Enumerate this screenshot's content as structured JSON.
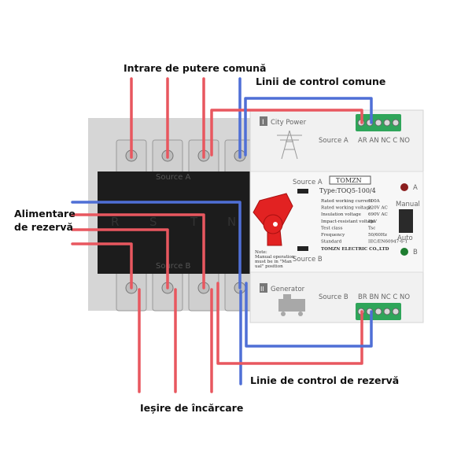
{
  "labels": {
    "common_input": "Intrare de putere comună",
    "common_control": "Linii de control comune",
    "backup_supply_line1": "Alimentare",
    "backup_supply_line2": "de rezervă",
    "backup_control": "Linie de control de rezervă",
    "load_output": "Ieșire de încărcare"
  },
  "device": {
    "source_a": "Source A",
    "source_b": "Source B",
    "phases": [
      "R",
      "S",
      "T",
      "N"
    ],
    "city_power": "City Power",
    "generator": "Generator",
    "module_source_a": "Source A",
    "module_source_b": "Source B",
    "terminal_a_labels": "AR AN NC C NO",
    "terminal_b_labels": "BR BN NC C NO",
    "panel_source_a": "Source A",
    "panel_source_b": "Source B",
    "brand": "TOMZN",
    "type": "Type:TOQ5-100/4",
    "specs": [
      {
        "label": "Rated working current",
        "value": "100A"
      },
      {
        "label": "Rated working voltage",
        "value": "220V AC"
      },
      {
        "label": "Insulation voltage",
        "value": "690V AC"
      },
      {
        "label": "Impact-resistant voltage",
        "value": "8kV"
      },
      {
        "label": "Test class",
        "value": "Tsc"
      },
      {
        "label": "Frequency",
        "value": "50/60Hz"
      },
      {
        "label": "Standard",
        "value": "IEC/EN60947-6-1"
      }
    ],
    "company": "TOMZN ELECTRIC CO.,LTD",
    "note_lines": [
      "Note:",
      "Manual operation",
      "must be in \"Man",
      "ual\" position"
    ],
    "indicator_a": "A",
    "indicator_b": "B",
    "manual": "Manual",
    "auto": "Auto",
    "roman_one": "I",
    "roman_two": "II"
  },
  "colors": {
    "red_wire": "#e8575f",
    "blue_wire": "#4f6fd6",
    "body": "#1c1c1c",
    "module": "#f1f1f1",
    "terminal": "#2fa55a",
    "knob": "#e22222"
  }
}
